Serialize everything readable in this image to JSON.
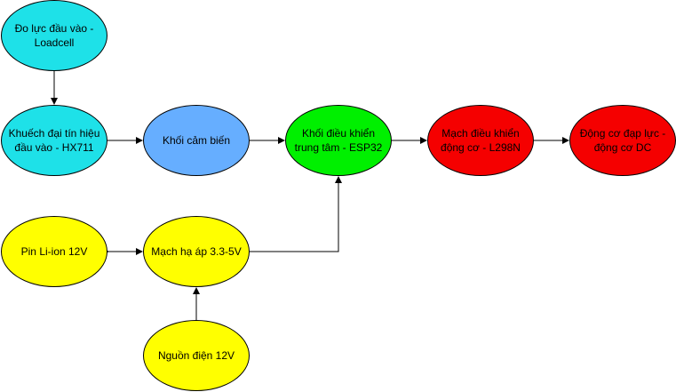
{
  "nodes": {
    "loadcell": {
      "label": "Đo lực đầu vào - Loadcell",
      "color": "#1EE1E8"
    },
    "hx711": {
      "label": "Khuếch đại tín hiệu đầu vào - HX711",
      "color": "#1EE1E8"
    },
    "sensor": {
      "label": "Khối cảm biến",
      "color": "#66AEFF"
    },
    "esp32": {
      "label": "Khối điều khiển trung tâm - ESP32",
      "color": "#00F000"
    },
    "l298n": {
      "label": "Mạch điều khiển động cơ - L298N",
      "color": "#F50000"
    },
    "motor": {
      "label": "Động cơ đạp lực - động cơ DC",
      "color": "#F50000"
    },
    "battery": {
      "label": "Pin Li-ion 12V",
      "color": "#FFFF00"
    },
    "buck": {
      "label": "Mạch hạ áp 3.3-5V",
      "color": "#FFFF00"
    },
    "power": {
      "label": "Nguồn điện 12V",
      "color": "#FFFF00"
    }
  },
  "edges": [
    {
      "from": "loadcell",
      "to": "hx711"
    },
    {
      "from": "hx711",
      "to": "sensor"
    },
    {
      "from": "sensor",
      "to": "esp32"
    },
    {
      "from": "esp32",
      "to": "l298n"
    },
    {
      "from": "l298n",
      "to": "motor"
    },
    {
      "from": "battery",
      "to": "buck",
      "bidirectional": true
    },
    {
      "from": "power",
      "to": "buck"
    },
    {
      "from": "buck",
      "to": "esp32"
    }
  ]
}
